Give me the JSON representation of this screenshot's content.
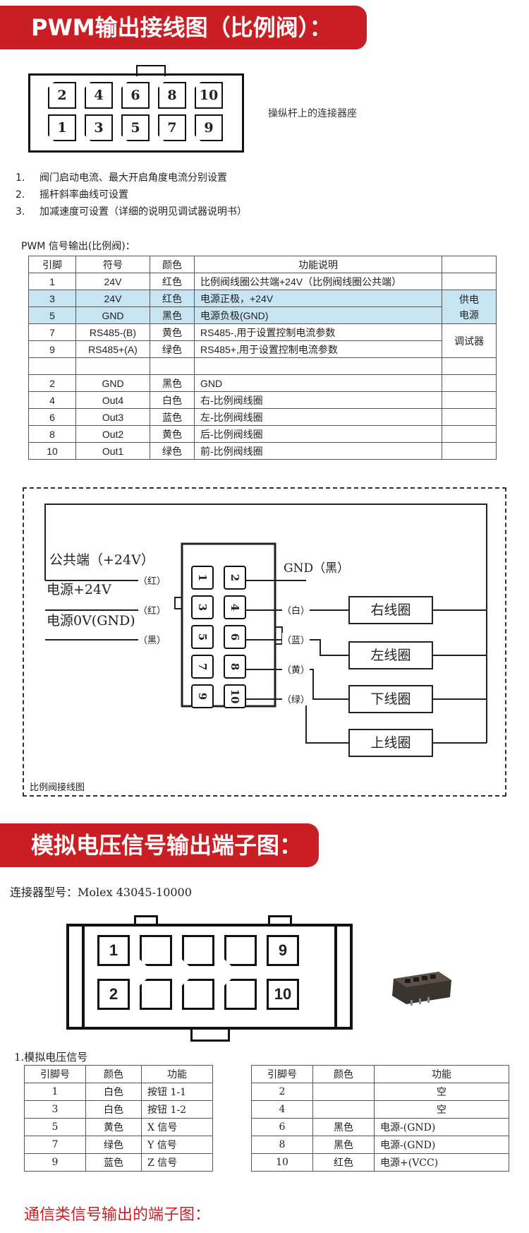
{
  "sections": {
    "pwm_title": "PWM输出接线图（比例阀）：",
    "analog_title": "模拟电压信号输出端子图：",
    "comm_title": "通信类信号输出的端子图："
  },
  "connector1": {
    "caption": "操纵杆上的连接器座",
    "top_pins": [
      "2",
      "4",
      "6",
      "8",
      "10"
    ],
    "bottom_pins": [
      "1",
      "3",
      "5",
      "7",
      "9"
    ]
  },
  "notes": [
    {
      "num": "1.",
      "text": "阀门启动电流、最大开启角度电流分别设置"
    },
    {
      "num": "2.",
      "text": "摇杆斜率曲线可设置"
    },
    {
      "num": "3.",
      "text": "加减速度可设置（详细的说明见调试器说明书）"
    }
  ],
  "pwm_table": {
    "label": "PWM 信号输出(比例阀)：",
    "headers": [
      "引脚",
      "符号",
      "颜色",
      "功能说明",
      ""
    ],
    "rows": [
      {
        "pin": "1",
        "sym": "24V",
        "color": "红色",
        "func": "比例阀线圈公共端+24V（比例阀线圈公共端）"
      },
      {
        "pin": "3",
        "sym": "24V",
        "color": "红色",
        "func": "电源正极，+24V"
      },
      {
        "pin": "5",
        "sym": "GND",
        "color": "黑色",
        "func": "电源负极(GND)"
      },
      {
        "pin": "7",
        "sym": "RS485-(B)",
        "color": "黄色",
        "func": "RS485-,用于设置控制电流参数"
      },
      {
        "pin": "9",
        "sym": "RS485+(A)",
        "color": "绿色",
        "func": "RS485+,用于设置控制电流参数"
      },
      {
        "pin": "",
        "sym": "",
        "color": "",
        "func": ""
      },
      {
        "pin": "2",
        "sym": "GND",
        "color": "黑色",
        "func": "GND"
      },
      {
        "pin": "4",
        "sym": "Out4",
        "color": "白色",
        "func": "右-比例阀线圈"
      },
      {
        "pin": "6",
        "sym": "Out3",
        "color": "蓝色",
        "func": "左-比例阀线圈"
      },
      {
        "pin": "8",
        "sym": "Out2",
        "color": "黄色",
        "func": "后-比例阀线圈"
      },
      {
        "pin": "10",
        "sym": "Out1",
        "color": "绿色",
        "func": "前-比例阀线圈"
      }
    ],
    "side_power": "供电\n电源",
    "side_power_line1": "供电",
    "side_power_line2": "电源",
    "side_debug": "调试器"
  },
  "wiring": {
    "caption": "比例阀接线图",
    "left_labels": [
      "公共端（+24V）",
      "电源+24V",
      "电源0V(GND)"
    ],
    "left_colors": [
      "（红）",
      "（红）",
      "（黑）"
    ],
    "gnd_label": "GND（黑）",
    "right_colors": [
      "（白）",
      "（蓝）",
      "（黄）",
      "（绿）"
    ],
    "coils": [
      "右线圈",
      "左线圈",
      "下线圈",
      "上线圈"
    ],
    "pin_pairs": [
      [
        "1",
        "2"
      ],
      [
        "3",
        "4"
      ],
      [
        "5",
        "6"
      ],
      [
        "7",
        "8"
      ],
      [
        "9",
        "10"
      ]
    ]
  },
  "connector2": {
    "model": "连接器型号：Molex 43045-10000",
    "pin_labels": {
      "tl": "1",
      "bl": "2",
      "tr": "9",
      "br": "10"
    }
  },
  "analog_table": {
    "label": "1.模拟电压信号",
    "left_headers": [
      "引脚号",
      "颜色",
      "功能"
    ],
    "left_rows": [
      [
        "1",
        "白色",
        "按钮 1-1"
      ],
      [
        "3",
        "白色",
        "按钮 1-2"
      ],
      [
        "5",
        "黄色",
        "X 信号"
      ],
      [
        "7",
        "绿色",
        "Y 信号"
      ],
      [
        "9",
        "蓝色",
        "Z 信号"
      ]
    ],
    "right_headers": [
      "引脚号",
      "颜色",
      "功能"
    ],
    "right_rows": [
      [
        "2",
        "",
        "空"
      ],
      [
        "4",
        "",
        "空"
      ],
      [
        "6",
        "黑色",
        "电源-(GND)"
      ],
      [
        "8",
        "黑色",
        "电源-(GND)"
      ],
      [
        "10",
        "红色",
        "电源+(VCC)"
      ]
    ]
  },
  "colors": {
    "banner": "#c91f24",
    "highlight": "#c6e4f2",
    "comm_title": "#c91f24"
  }
}
